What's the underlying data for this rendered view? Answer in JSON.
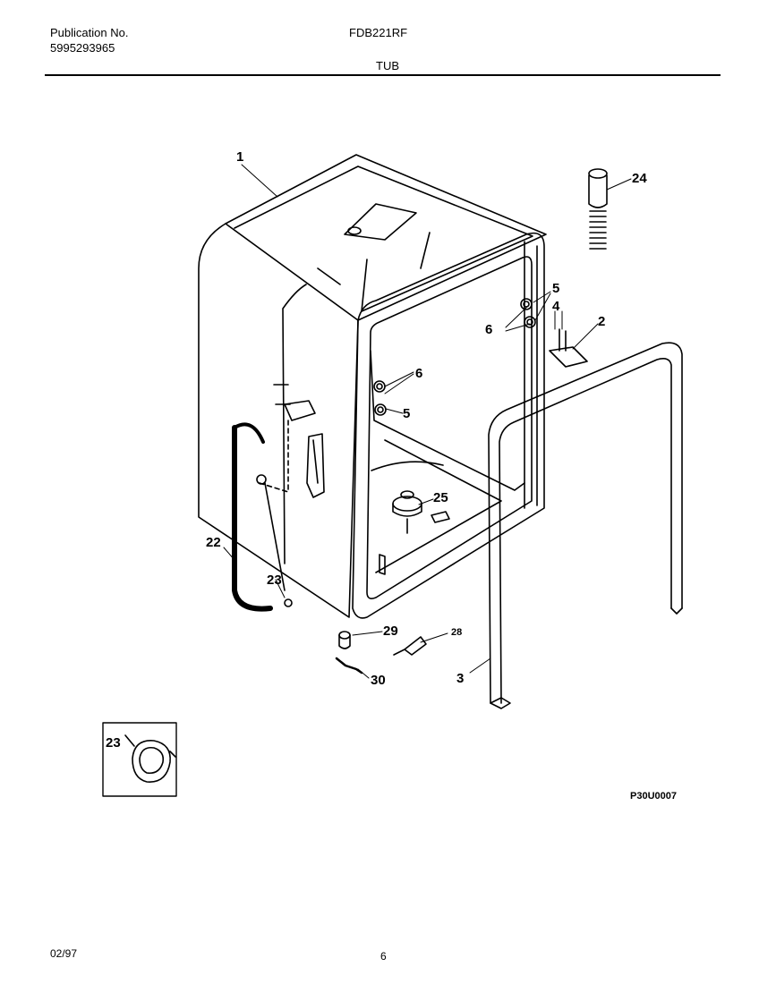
{
  "header": {
    "publication_label": "Publication No.",
    "publication_number": "5995293965",
    "model": "FDB221RF",
    "section": "TUB"
  },
  "diagram": {
    "figure_code": "P30U0007",
    "callouts": [
      "1",
      "24",
      "5",
      "4",
      "6",
      "2",
      "6",
      "5",
      "25",
      "22",
      "23",
      "29",
      "28",
      "30",
      "3",
      "23"
    ]
  },
  "footer": {
    "date": "02/97",
    "page": "6"
  }
}
